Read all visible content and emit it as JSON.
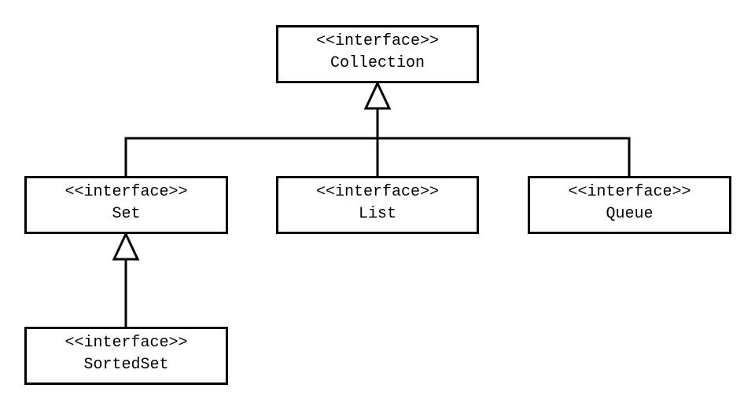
{
  "diagram": {
    "stereotype": "<<interface>>",
    "nodes": {
      "collection": {
        "stereotype": "<<interface>>",
        "name": "Collection"
      },
      "set": {
        "stereotype": "<<interface>>",
        "name": "Set"
      },
      "list": {
        "stereotype": "<<interface>>",
        "name": "List"
      },
      "queue": {
        "stereotype": "<<interface>>",
        "name": "Queue"
      },
      "sortedset": {
        "stereotype": "<<interface>>",
        "name": "SortedSet"
      }
    },
    "relations": [
      {
        "type": "generalization",
        "from": "Set",
        "to": "Collection"
      },
      {
        "type": "generalization",
        "from": "List",
        "to": "Collection"
      },
      {
        "type": "generalization",
        "from": "Queue",
        "to": "Collection"
      },
      {
        "type": "generalization",
        "from": "SortedSet",
        "to": "Set"
      }
    ],
    "colors": {
      "line": "#000000",
      "background": "#ffffff"
    }
  }
}
